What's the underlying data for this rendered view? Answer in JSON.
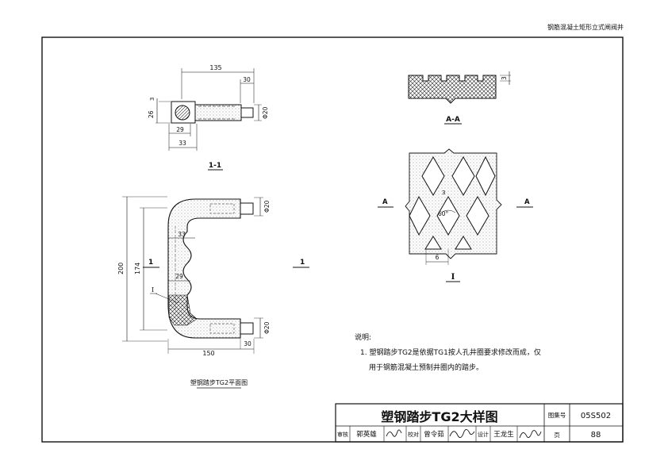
{
  "header": {
    "series_title": "钢筋混凝土矩形立式闸阀井"
  },
  "section_1_1": {
    "label": "1-1",
    "dims": {
      "total_length": "135",
      "tip_length": "30",
      "offset": "3",
      "height": "26",
      "inner_width": "29",
      "outer_width": "33",
      "diameter": "Φ20"
    }
  },
  "plan_view": {
    "caption": "塑钢踏步TG2平面图",
    "dims": {
      "outer_height": "200",
      "inner_height": "174",
      "top_width": "33",
      "mid_width": "29",
      "base_width": "150",
      "tip_length": "30",
      "dia_top": "Φ20",
      "dia_bottom": "Φ20"
    },
    "section_mark_left": "1",
    "section_mark_right": "1",
    "callout": "I"
  },
  "section_a_a": {
    "label": "A-A",
    "dims": {
      "depth": "3"
    }
  },
  "detail_i": {
    "label": "I",
    "mark_left": "A",
    "mark_right": "A",
    "angle": "60°",
    "depth": "3",
    "pitch": "6"
  },
  "notes": {
    "heading": "说明:",
    "item1_line1": "1. 塑钢踏步TG2是依据TG1按人孔井圈要求修改而成，仅",
    "item1_line2": "用于钢筋混凝土预制井圈内的踏步。"
  },
  "title_block": {
    "drawing_title": "塑钢踏步TG2大样图",
    "atlas_label": "图集号",
    "atlas_no": "05S502",
    "page_label": "页",
    "page_no": "88",
    "review_label": "审核",
    "reviewer": "郭英雄",
    "check_label": "校对",
    "checker": "曾令茹",
    "design_label": "设计",
    "designer": "王龙生"
  }
}
